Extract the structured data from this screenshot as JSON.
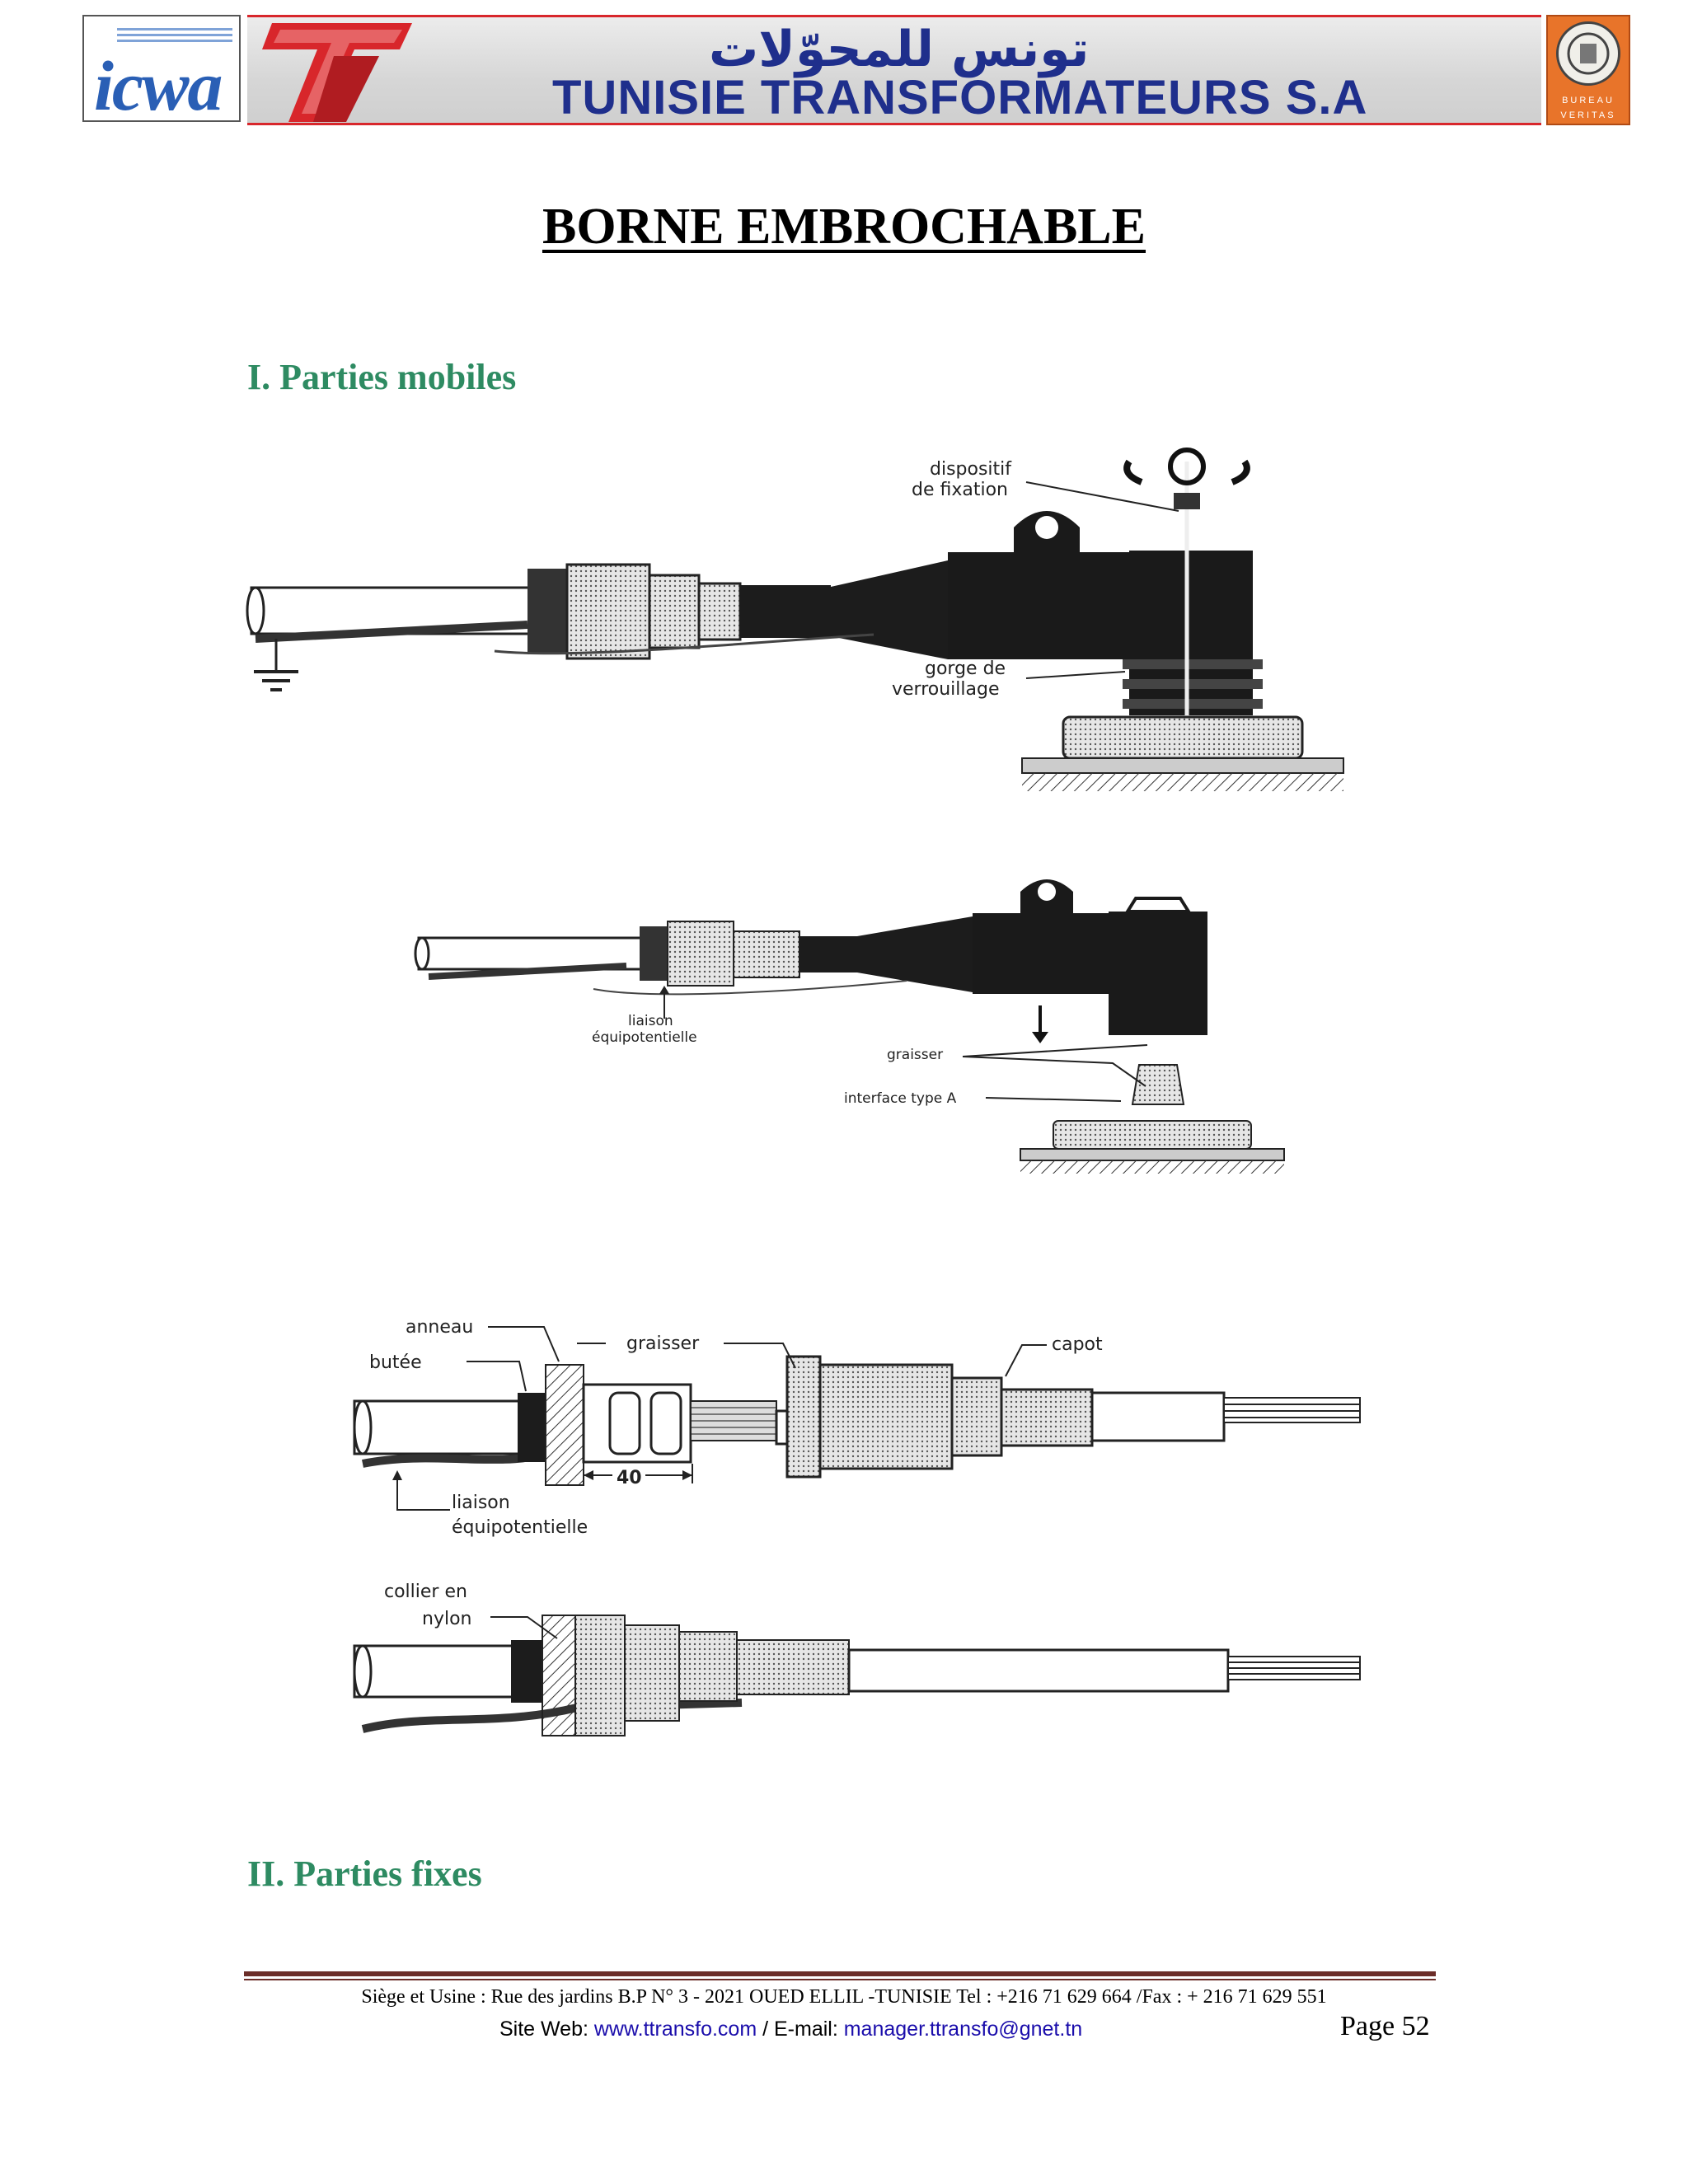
{
  "header": {
    "left_logo": "icwa",
    "company_arabic": "تونس للمحوّلات",
    "company_name": "TUNISIE TRANSFORMATEURS S.A",
    "cert_top": "BUREAU VERITAS",
    "cert_bottom_1": "BUREAU",
    "cert_bottom_2": "VERITAS"
  },
  "title": "BORNE EMBROCHABLE",
  "sections": [
    {
      "label": "I. Parties mobiles"
    },
    {
      "label": "II. Parties fixes"
    }
  ],
  "figure1": {
    "labels": [
      "dispositif",
      "de fixation",
      "gorge de",
      "verrouillage"
    ]
  },
  "figure2": {
    "labels": [
      "liaison",
      "équipotentielle",
      "graisser",
      "interface type A"
    ]
  },
  "figure3": {
    "labels": [
      "anneau",
      "butée",
      "graisser",
      "capot",
      "40",
      "liaison",
      "équipotentielle"
    ]
  },
  "figure4": {
    "labels": [
      "collier en",
      "nylon"
    ]
  },
  "footer": {
    "address": "Siège et Usine : Rue des jardins B.P N° 3 - 2021 OUED ELLIL -TUNISIE Tel : +216 71 629 664 /Fax : + 216 71 629 551",
    "web_label": "Site Web: ",
    "web_url": "www.ttransfo.com",
    "email_label": " / E-mail: ",
    "email": "manager.ttransfo@gnet.tn",
    "page": "Page 52"
  },
  "colors": {
    "section_green": "#2e8b62",
    "brand_blue": "#1f2f8c",
    "brand_red": "#d8262b",
    "footer_rule": "#6b2d28"
  }
}
